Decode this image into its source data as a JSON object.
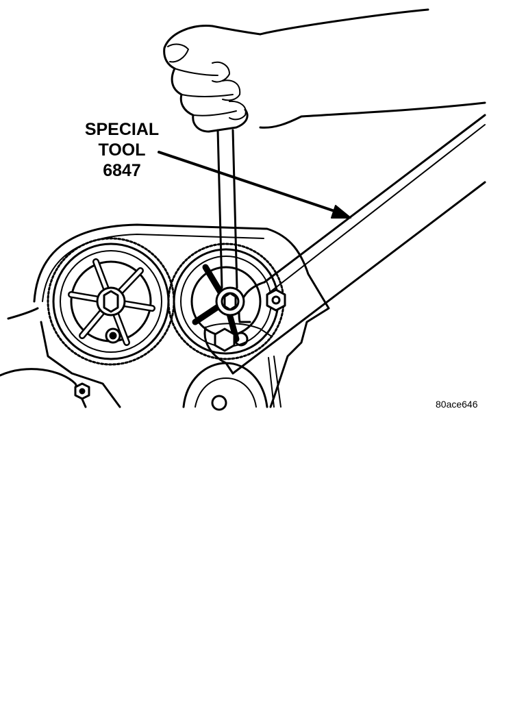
{
  "callout": {
    "line1": "SPECIAL",
    "line2": "TOOL",
    "line3": "6847"
  },
  "figure_id": "80ace646",
  "colors": {
    "ink": "#000000",
    "paper": "#ffffff"
  }
}
